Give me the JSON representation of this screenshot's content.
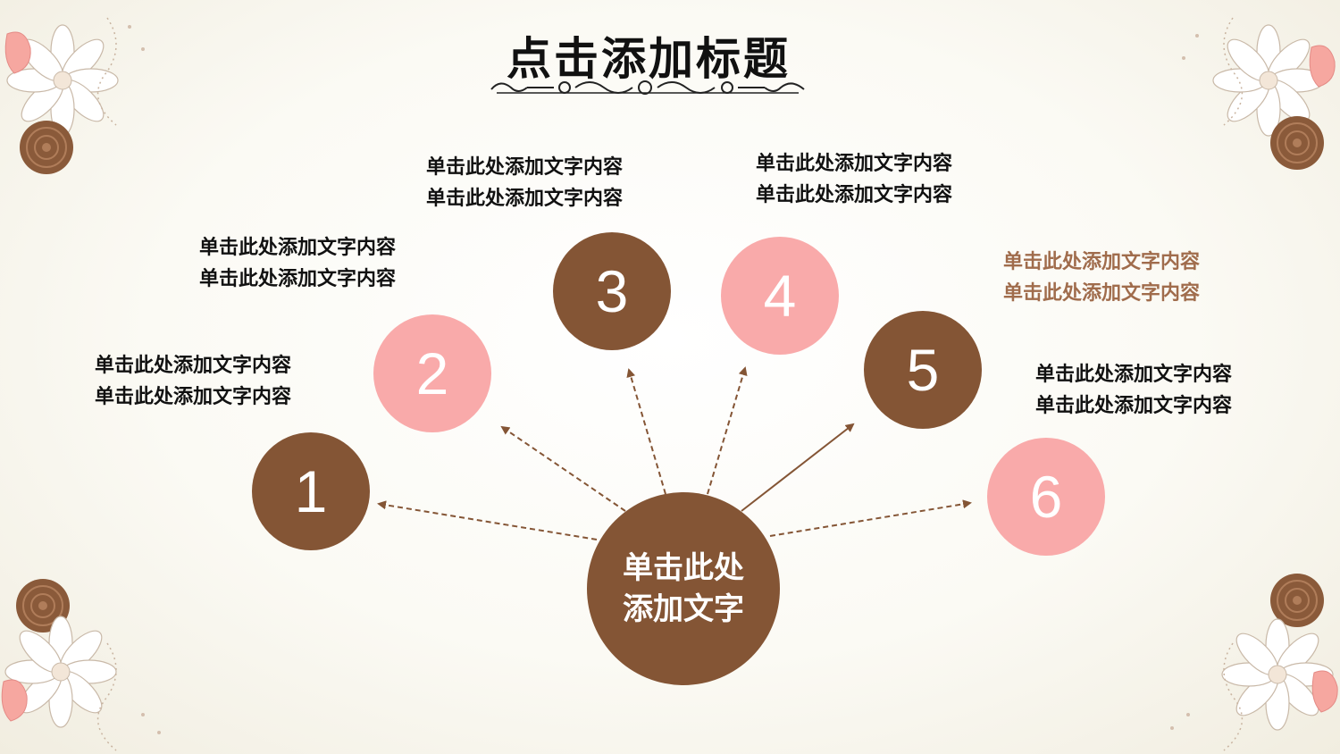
{
  "title": "点击添加标题",
  "colors": {
    "brown": "#845535",
    "pink": "#f9aaaa",
    "accent_text": "#a06c4c",
    "text": "#111111"
  },
  "center": {
    "line1": "单击此处",
    "line2": "添加文字"
  },
  "nodes": [
    {
      "number": "1",
      "color": "brown",
      "line1": "单击此处添加文字内容",
      "line2": "单击此处添加文字内容"
    },
    {
      "number": "2",
      "color": "pink",
      "line1": "单击此处添加文字内容",
      "line2": "单击此处添加文字内容"
    },
    {
      "number": "3",
      "color": "brown",
      "line1": "单击此处添加文字内容",
      "line2": "单击此处添加文字内容"
    },
    {
      "number": "4",
      "color": "pink",
      "line1": "单击此处添加文字内容",
      "line2": "单击此处添加文字内容"
    },
    {
      "number": "5",
      "color": "brown",
      "line1": "单击此处添加文字内容",
      "line2": "单击此处添加文字内容"
    },
    {
      "number": "6",
      "color": "pink",
      "line1": "单击此处添加文字内容",
      "line2": "单击此处添加文字内容"
    }
  ],
  "decor": {
    "corner_ornament": "floral-corner-icon",
    "title_ornament": "flourish-divider-icon"
  }
}
